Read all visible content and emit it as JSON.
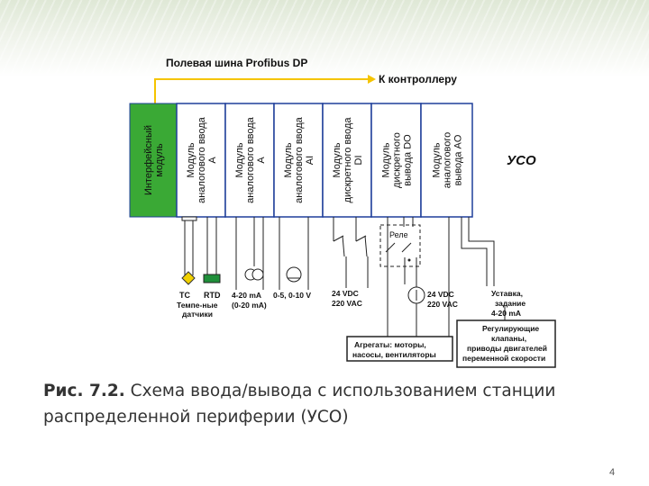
{
  "bus_label": "Полевая шина Profibus DP",
  "controller_label": "К контроллеру",
  "uso_label": "УСО",
  "modules": [
    {
      "lines": [
        "Интерфейсный",
        "модуль"
      ]
    },
    {
      "lines": [
        "Модуль",
        "аналогового ввода",
        "A"
      ]
    },
    {
      "lines": [
        "Модуль",
        "аналогового ввода",
        "A"
      ]
    },
    {
      "lines": [
        "Модуль",
        "аналогового ввода",
        "AI"
      ]
    },
    {
      "lines": [
        "Модуль",
        "дискретного ввода",
        "DI"
      ]
    },
    {
      "lines": [
        "Модуль",
        "дискретного",
        "вывода DO"
      ]
    },
    {
      "lines": [
        "Модуль",
        "аналогового",
        "вывода AO"
      ]
    }
  ],
  "relay_label": "Реле",
  "sensors": {
    "tc": "TC",
    "rtd": "RTD",
    "temp_sensors": [
      "Темпе-ные",
      "датчики"
    ],
    "current_ai": [
      "4-20 mA",
      "(0-20 mA)"
    ],
    "voltage_ai": "0-5, 0-10 V",
    "di_power": [
      "24 VDC",
      "220 VAC"
    ],
    "do_power": [
      "24 VDC",
      "220 VAC"
    ],
    "setpoint": [
      "Уставка,",
      "задание",
      "4-20 mA"
    ]
  },
  "box_aggregates": [
    "Агрегаты: моторы,",
    "насосы, вентиляторы"
  ],
  "box_regulators": [
    "Регулирующие",
    "клапаны,",
    "приводы двигателей",
    "переменной скорости"
  ],
  "caption": {
    "label": "Рис. 7.2.",
    "text": "Схема ввода/вывода с использованием станции распределенной периферии (УСО)"
  },
  "page_number": "4",
  "colors": {
    "interface_module": "#3aa935",
    "bus_line": "#f5c400",
    "module_border": "#1f3f9a",
    "rtd_green": "#1f8f3a",
    "tc_yellow": "#f0d000"
  }
}
